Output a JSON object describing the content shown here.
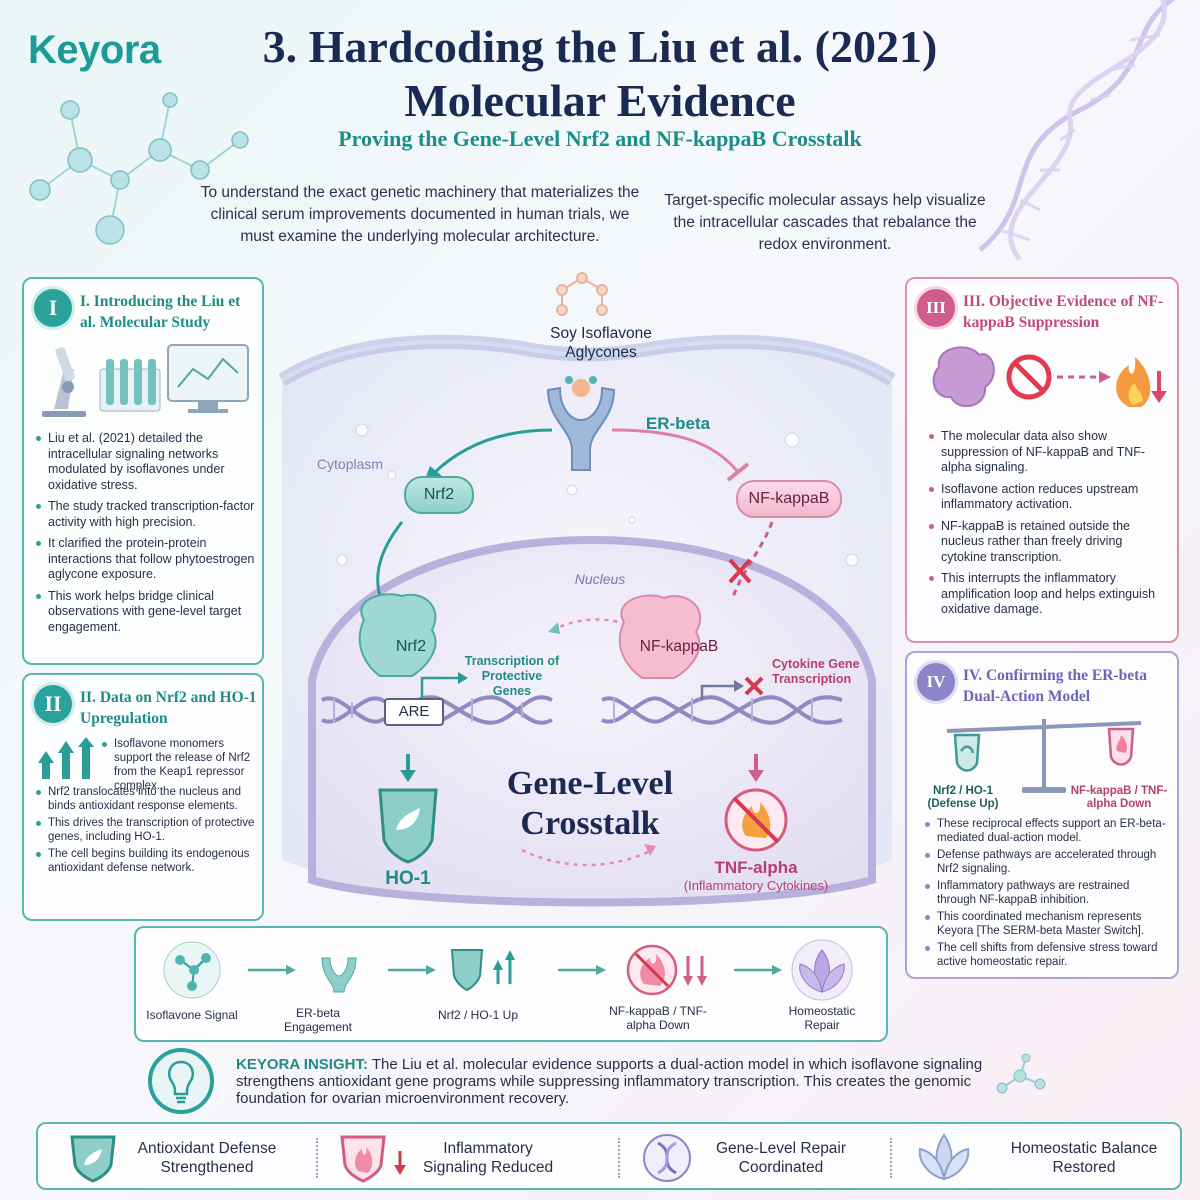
{
  "brand": {
    "logo_text": "Keyora"
  },
  "header": {
    "title": "3. Hardcoding the Liu et al. (2021) Molecular Evidence",
    "subtitle": "Proving the Gene-Level Nrf2 and NF-kappaB Crosstalk",
    "intro_left": "To understand the exact genetic machinery that materializes the clinical serum improvements documented in human trials, we must examine the underlying molecular architecture.",
    "intro_right": "Target-specific molecular assays help visualize the intracellular cascades that rebalance the redox environment."
  },
  "panel_1": {
    "badge": "I",
    "title": "I. Introducing the Liu et al. Molecular Study",
    "bullets": [
      "Liu et al. (2021) detailed the intracellular signaling networks modulated by isoflavones under oxidative stress.",
      "The study tracked transcription-factor activity with high precision.",
      "It clarified the protein-protein interactions that follow phytoestrogen aglycone exposure.",
      "This work helps bridge clinical observations with gene-level target engagement."
    ]
  },
  "panel_2": {
    "badge": "II",
    "title": "II. Data on Nrf2 and HO-1 Upregulation",
    "bullets": [
      "Isoflavone monomers support the release of Nrf2 from the Keap1 repressor complex.",
      "Nrf2 translocates into the nucleus and binds antioxidant response elements.",
      "This drives the transcription of protective genes, including HO-1.",
      "The cell begins building its endogenous antioxidant defense network."
    ]
  },
  "panel_3": {
    "badge": "III",
    "title": "III. Objective Evidence of NF-kappaB Suppression",
    "bullets": [
      "The molecular data also show suppression of NF-kappaB and TNF-alpha signaling.",
      "Isoflavone action reduces upstream inflammatory activation.",
      "NF-kappaB is retained outside the nucleus rather than freely driving cytokine transcription.",
      "This interrupts the inflammatory amplification loop and helps extinguish oxidative damage."
    ]
  },
  "panel_4": {
    "badge": "IV",
    "title": "IV. Confirming the ER-beta Dual-Action Model",
    "scale_left": "Nrf2 / HO-1 (Defense Up)",
    "scale_right": "NF-kappaB / TNF-alpha Down",
    "bullets": [
      "These reciprocal effects support an ER-beta-mediated dual-action model.",
      "Defense pathways are accelerated through Nrf2 signaling.",
      "Inflammatory pathways are restrained through NF-kappaB inhibition.",
      "This coordinated mechanism represents Keyora [The SERM-beta Master Switch].",
      "The cell shifts from defensive stress toward active homeostatic repair."
    ]
  },
  "diagram": {
    "ligand": "Soy Isoflavone Aglycones",
    "receptor": "ER-beta",
    "cytoplasm": "Cytoplasm",
    "nucleus": "Nucleus",
    "nrf2_cyto": "Nrf2",
    "nfkb_cyto": "NF-kappaB",
    "nrf2_nuc": "Nrf2",
    "nfkb_nuc": "NF-kappaB",
    "are": "ARE",
    "transcription_protective": "Transcription of Protective Genes",
    "cytokine_transcription": "Cytokine Gene Transcription",
    "center_title": "Gene-Level Crosstalk",
    "ho1": "HO-1",
    "tnf": "TNF-alpha",
    "tnf_sub": "(Inflammatory Cytokines)"
  },
  "flow": [
    {
      "label": "Isoflavone Signal"
    },
    {
      "label": "ER-beta Engagement"
    },
    {
      "label": "Nrf2 / HO-1 Up"
    },
    {
      "label": "NF-kappaB / TNF-alpha Down"
    },
    {
      "label": "Homeostatic Repair"
    }
  ],
  "insight": {
    "lead": "KEYORA INSIGHT:",
    "text": "The Liu et al. molecular evidence supports a dual-action model in which isoflavone signaling strengthens antioxidant gene programs while suppressing inflammatory transcription. This creates the genomic foundation for ovarian microenvironment recovery."
  },
  "footer": [
    {
      "label": "Antioxidant Defense Strengthened"
    },
    {
      "label": "Inflammatory Signaling Reduced"
    },
    {
      "label": "Gene-Level Repair Coordinated"
    },
    {
      "label": "Homeostatic Balance Restored"
    }
  ],
  "colors": {
    "teal": "#2aa19b",
    "pink": "#d05c8c",
    "lavender": "#8c86c9",
    "navy": "#1b2a52"
  }
}
